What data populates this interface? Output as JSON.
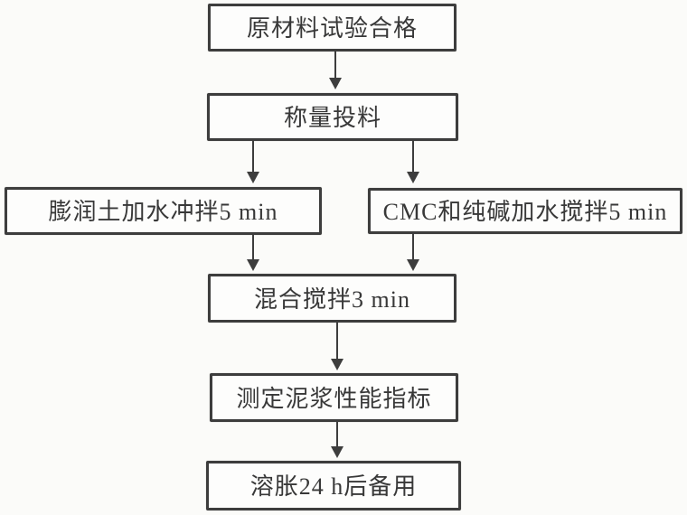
{
  "figure": {
    "type": "flowchart",
    "description": "Slurry (mud) preparation process flowchart, scanned document style",
    "nodes": [
      {
        "id": "n1",
        "label": "原材料试验合格"
      },
      {
        "id": "n2",
        "label": "称量投料"
      },
      {
        "id": "n3",
        "label": "膨润土加水冲拌5 min"
      },
      {
        "id": "n4",
        "label": "CMC和纯碱加水搅拌5 min"
      },
      {
        "id": "n5",
        "label": "混合搅拌3 min"
      },
      {
        "id": "n6",
        "label": "测定泥浆性能指标"
      },
      {
        "id": "n7",
        "label": "溶胀24 h后备用"
      }
    ],
    "edges": [
      {
        "from": "n1",
        "to": "n2"
      },
      {
        "from": "n2",
        "to": "n3"
      },
      {
        "from": "n2",
        "to": "n4"
      },
      {
        "from": "n3",
        "to": "n5"
      },
      {
        "from": "n4",
        "to": "n5"
      },
      {
        "from": "n5",
        "to": "n6"
      },
      {
        "from": "n6",
        "to": "n7"
      }
    ],
    "colors": {
      "border": "#3d3d3d",
      "text": "#383838",
      "background": "#fbfbf9",
      "box_fill": "#fdfdfc"
    }
  }
}
